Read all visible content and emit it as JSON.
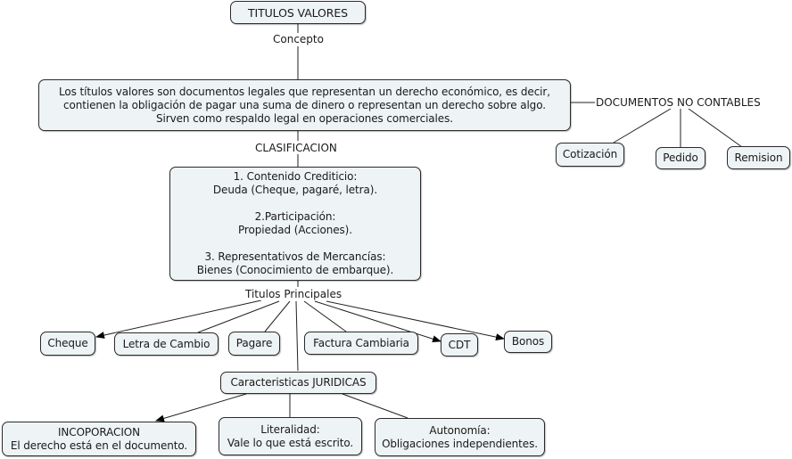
{
  "nodes": {
    "title": "TITULOS VALORES",
    "concept": "Los títulos valores son documentos legales que representan un derecho económico, es decir,\ncontienen la obligación de pagar una suma de dinero o representan un derecho sobre algo.\nSirven como respaldo legal en operaciones comerciales.",
    "classification": "1. Contenido Crediticio:\nDeuda (Cheque, pagaré, letra).\n\n2.Participación:\nPropiedad (Acciones).\n\n3. Representativos de Mercancías:\nBienes (Conocimiento de embarque).",
    "cotizacion": "Cotización",
    "pedido": "Pedido",
    "remision": "Remision",
    "cheque": "Cheque",
    "letra": "Letra de Cambio",
    "pagare": "Pagare",
    "factura": "Factura Cambiaria",
    "cdt": "CDT",
    "bonos": "Bonos",
    "caracteristicas": "Caracteristicas JURIDICAS",
    "incorporacion": "INCOPORACION\nEl derecho está en el documento.",
    "literalidad": "Literalidad:\nVale lo que está escrito.",
    "autonomia": "Autonomía:\nObligaciones independientes."
  },
  "links": {
    "concepto": "Concepto",
    "clasificacion": "CLASIFICACION",
    "documentos_no_contables": "DOCUMENTOS NO CONTABLES",
    "titulos_principales": "Titulos Principales"
  }
}
